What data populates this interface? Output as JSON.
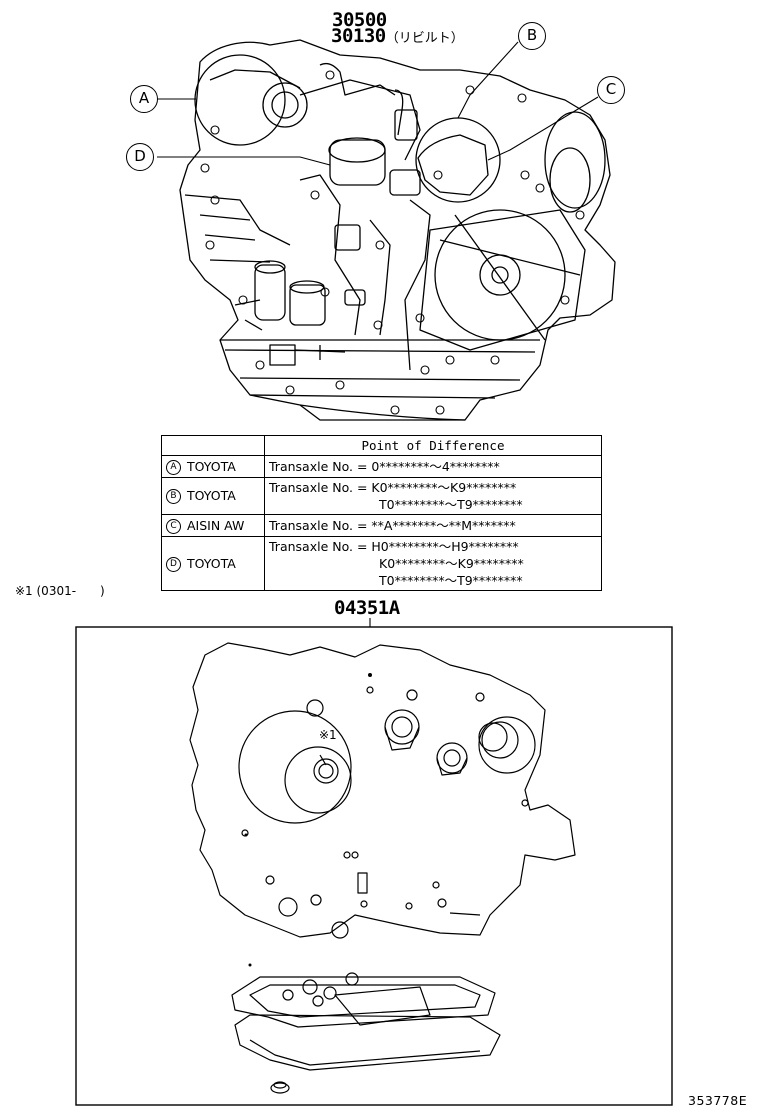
{
  "top_part_numbers": {
    "main": "30500",
    "rebuilt": "30130",
    "rebuilt_note": "（リビルト）"
  },
  "callouts": [
    "A",
    "B",
    "C",
    "D"
  ],
  "difference_table": {
    "header": "Point of Difference",
    "rows": [
      {
        "key": "A",
        "maker": "TOYOTA",
        "lines": [
          "Transaxle No. = 0********～4********"
        ]
      },
      {
        "key": "B",
        "maker": "TOYOTA",
        "lines": [
          "Transaxle No. = K0********～K9********",
          "T0********～T9********"
        ]
      },
      {
        "key": "C",
        "maker": "AISIN AW",
        "lines": [
          "Transaxle No. = **A*******～**M*******"
        ]
      },
      {
        "key": "D",
        "maker": "TOYOTA",
        "lines": [
          "Transaxle No. = H0********～H9********",
          "K0********～K9********",
          "T0********～T9********"
        ]
      }
    ]
  },
  "footnote": "※1 (0301-　　)",
  "kit_part_number": "04351A",
  "kit_mark": "※1",
  "diagram_ref": "353778E"
}
